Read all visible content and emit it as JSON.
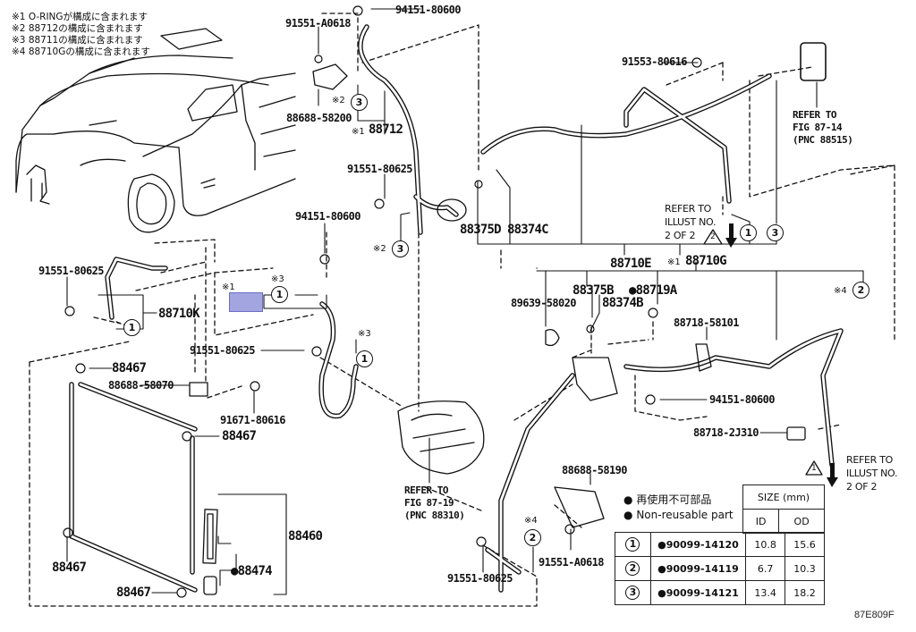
{
  "notes": [
    "※1 O-RINGが構成に含まれます",
    "※2 88712の構成に含まれます",
    "※3 88711の構成に含まれます",
    "※4 88710Gの構成に含まれます"
  ],
  "parts": {
    "p94151_top": "94151-80600",
    "p91551_a0618_top": "91551-A0618",
    "p88688_58200": "88688-58200",
    "p88712": "88712",
    "p91553": "91553-80616",
    "p91551_80625_mid": "91551-80625",
    "p94151_mid": "94151-80600",
    "p88375d": "88375D",
    "p88374c": "88374C",
    "p88710e": "88710E",
    "p88710g": "88710G",
    "p91551_80625_left": "91551-80625",
    "p88710k": "88710K",
    "p89639": "89639-58020",
    "p88375b": "88375B",
    "p88374b": "88374B",
    "p88719a": "88719A",
    "p88718_58101": "88718-58101",
    "p91551_80625_low": "91551-80625",
    "p88467_a": "88467",
    "p88688_58070": "88688-58070",
    "p91671": "91671-80616",
    "p88467_b": "88467",
    "p94151_right": "94151-80600",
    "p88718_2j310": "88718-2J310",
    "p88460": "88460",
    "p88467_c": "88467",
    "p88474": "88474",
    "p88467_d": "88467",
    "p88688_58190": "88688-58190",
    "p91551_80625_bot": "91551-80625",
    "p91551_a0618_bot": "91551-A0618"
  },
  "marks": {
    "m1": "※1",
    "m2": "※2",
    "m3": "※3",
    "m4": "※4"
  },
  "refs": {
    "fig_87_14": "REFER TO\nFIG 87-14\n(PNC 88515)",
    "fig_87_19": "REFER TO\nFIG 87-19\n(PNC 88310)",
    "illust_2a": "REFER TO\nILLUST NO.\n2 OF 2",
    "illust_2b": "REFER TO\nILLUST NO.\n2 OF 2",
    "tri_2": "2",
    "tri_1": "1"
  },
  "callouts": {
    "c1": "1",
    "c2": "2",
    "c3": "3"
  },
  "legend": {
    "jp": "再使用不可部品",
    "en": "Non-reusable part",
    "bullet": "●"
  },
  "size_table": {
    "header": "SIZE (mm)",
    "col_id": "ID",
    "col_od": "OD",
    "rows": [
      {
        "num": "1",
        "part": "●90099-14120",
        "id": "10.8",
        "od": "15.6"
      },
      {
        "num": "2",
        "part": "●90099-14119",
        "id": "6.7",
        "od": "10.3"
      },
      {
        "num": "3",
        "part": "●90099-14121",
        "id": "13.4",
        "od": "18.2"
      }
    ]
  },
  "figure_code": "87E809F",
  "highlight_color": "#a3a5e0"
}
